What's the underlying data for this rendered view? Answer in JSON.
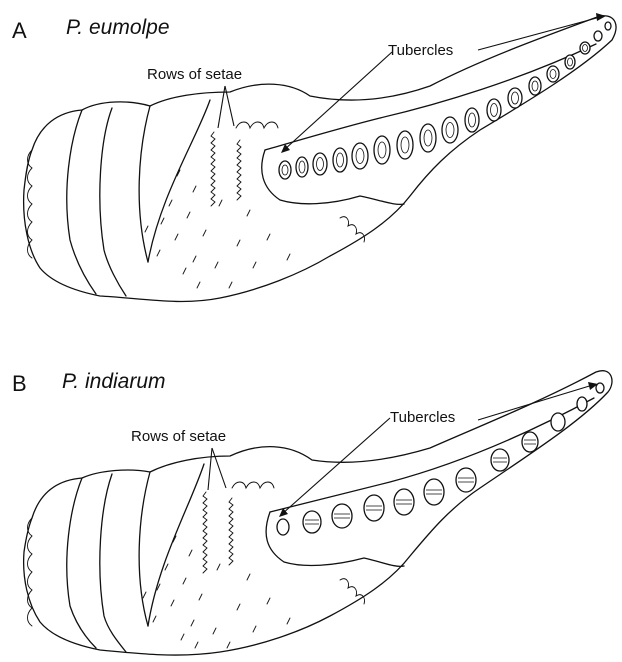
{
  "panels": [
    {
      "letter": "A",
      "species": "P. eumolpe",
      "setae_label": "Rows of setae",
      "tubercles_label": "Tubercles"
    },
    {
      "letter": "B",
      "species": "P. indiarum",
      "setae_label": "Rows of setae",
      "tubercles_label": "Tubercles"
    }
  ]
}
